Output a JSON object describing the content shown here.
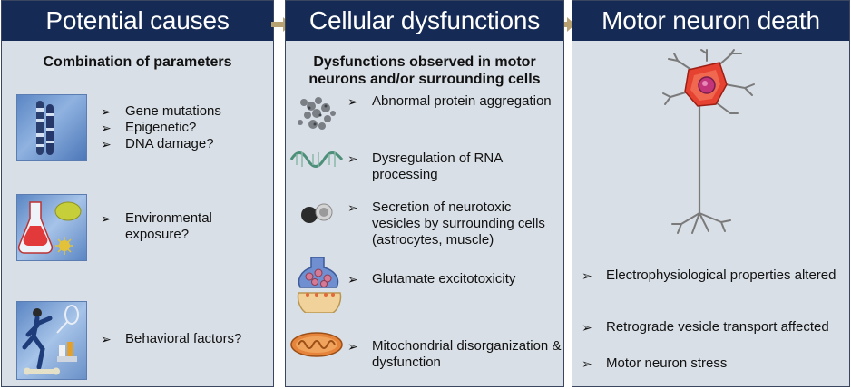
{
  "bullet_glyph": "➢",
  "colors": {
    "header_bg": "#152a55",
    "panel_bg": "#d9dfe6",
    "arrow": "#b8a272"
  },
  "panels": [
    {
      "title": "Potential causes",
      "subtitle": "Combination of parameters",
      "groups": [
        {
          "icon": "chromosome-icon",
          "items": [
            "Gene mutations",
            "Epigenetic?",
            "DNA damage?"
          ]
        },
        {
          "icon": "environment-icon",
          "items": [
            "Environmental exposure?"
          ]
        },
        {
          "icon": "runner-icon",
          "items": [
            "Behavioral factors?"
          ]
        }
      ]
    },
    {
      "title": "Cellular dysfunctions",
      "subtitle_line1": "Dysfunctions observed in motor",
      "subtitle_line2": "neurons and/or surrounding cells",
      "items": [
        {
          "icon": "protein-aggregate-icon",
          "text": "Abnormal protein aggregation"
        },
        {
          "icon": "rna-icon",
          "text": "Dysregulation of RNA processing"
        },
        {
          "icon": "vesicle-icon",
          "text": "Secretion of neurotoxic vesicles by surrounding cells (astrocytes, muscle)"
        },
        {
          "icon": "synapse-icon",
          "text": "Glutamate excitotoxicity"
        },
        {
          "icon": "mitochondrion-icon",
          "text": "Mitochondrial disorganization & dysfunction"
        }
      ]
    },
    {
      "title": "Motor neuron death",
      "icon": "motor-neuron-icon",
      "items": [
        "Electrophysiological properties altered",
        "Retrograde vesicle transport affected",
        "Motor neuron stress"
      ]
    }
  ]
}
